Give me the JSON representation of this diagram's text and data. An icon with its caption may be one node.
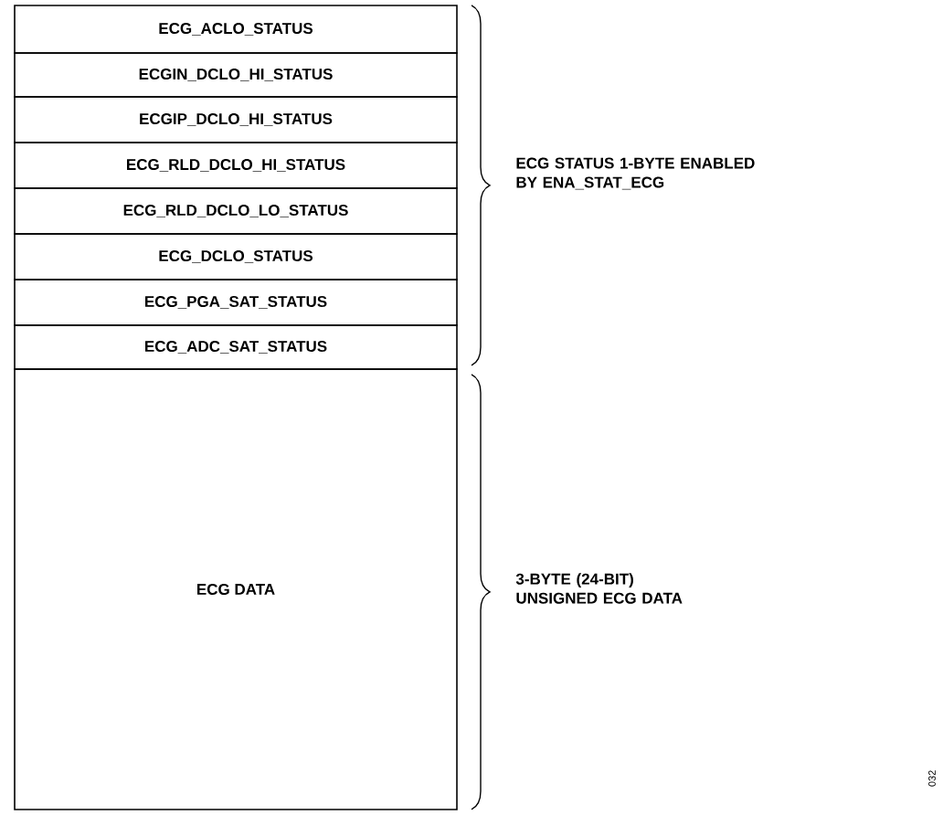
{
  "diagram": {
    "nodes": [
      {
        "text": [
          "ECG_ACLO_STATUS"
        ]
      },
      {
        "text": [
          "ECGIN_DCLO_HI_STATUS"
        ]
      },
      {
        "text": [
          "ECGIP_DCLO_HI_STATUS"
        ]
      },
      {
        "text": [
          "ECG_RLD_DCLO_HI_STATUS"
        ]
      },
      {
        "text": [
          "ECG_RLD_DCLO_LO_STATUS"
        ]
      },
      {
        "text": [
          "ECG_DCLO_STATUS"
        ]
      },
      {
        "text": [
          "ECG_PGA_SAT_STATUS"
        ]
      },
      {
        "text": [
          "ECG_ADC_SAT_STATUS"
        ]
      },
      {
        "text": [
          "ECG DATA"
        ]
      }
    ],
    "labels": [
      "ECG STATUS 1-BYTE ENABLED BY ENA_STAT_ECG",
      "3-BYTE (24-BIT) UNSIGNED ECG DATA",
      "032"
    ]
  }
}
